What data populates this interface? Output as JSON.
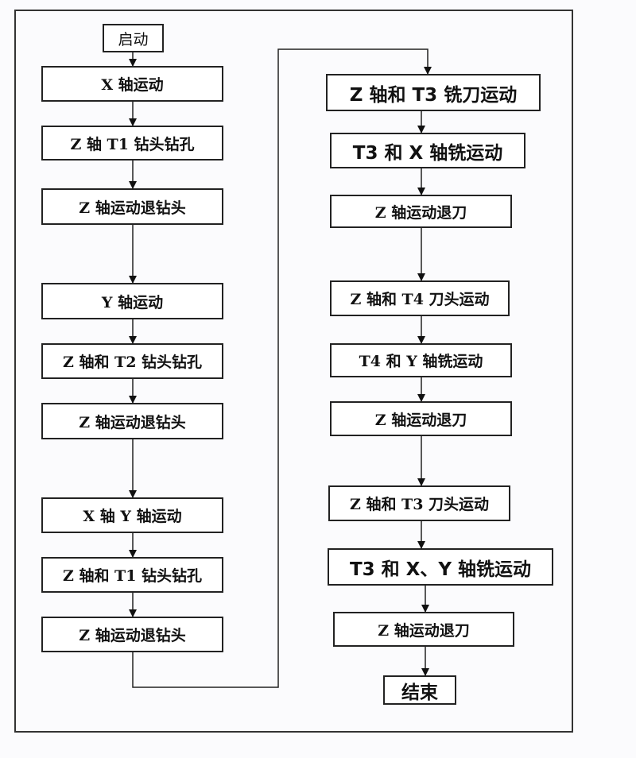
{
  "left_column": [
    "启动",
    "X 轴运动",
    "Z 轴 T1 钻头钻孔",
    "Z 轴运动退钻头",
    "Y 轴运动",
    "Z 轴和 T2 钻头钻孔",
    "Z 轴运动退钻头",
    "X 轴 Y 轴运动",
    "Z 轴和 T1 钻头钻孔",
    "Z 轴运动退钻头"
  ],
  "right_column": [
    "Z 轴和 T3 铣刀运动",
    "T3 和 X 轴铣运动",
    "Z 轴运动退刀",
    "Z 轴和 T4 刀头运动",
    "T4 和 Y 轴铣运动",
    "Z 轴运动退刀",
    "Z 轴和 T3 刀头运动",
    "T3 和 X、Y 轴铣运动",
    "Z 轴运动退刀",
    "结束"
  ]
}
